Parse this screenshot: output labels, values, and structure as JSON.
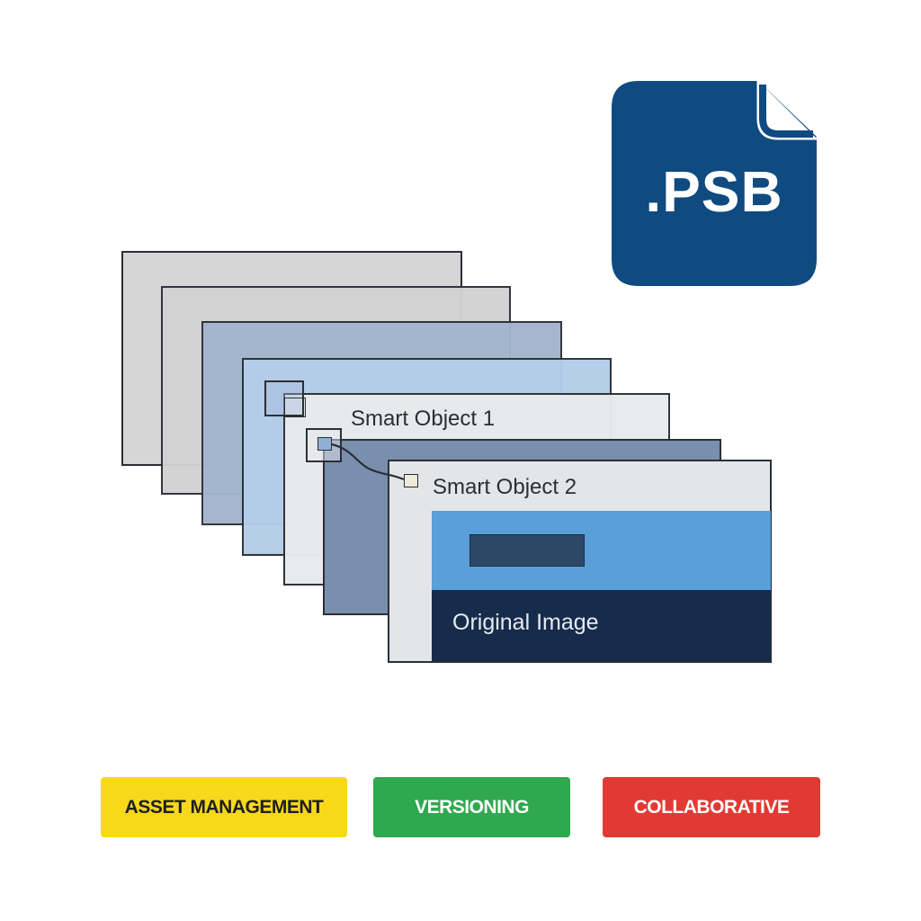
{
  "file_icon": {
    "extension": ".PSB",
    "icon": "file-icon",
    "color": "#0f4a80"
  },
  "layers": {
    "smart_object_1": "Smart Object 1",
    "smart_object_2": "Smart Object 2",
    "original_image": "Original Image"
  },
  "features": [
    {
      "label": "ASSET MANAGEMENT",
      "color": "#f7d81a"
    },
    {
      "label": "VERSIONING",
      "color": "#2fa84f"
    },
    {
      "label": "COLLABORATIVE",
      "color": "#e13a34"
    }
  ]
}
